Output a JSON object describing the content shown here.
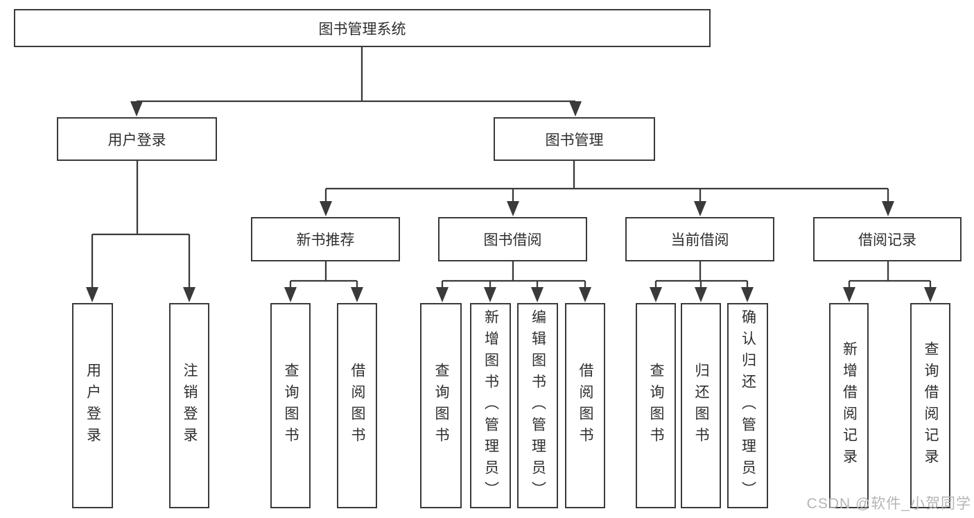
{
  "palette": {
    "line": "#3a3a3a",
    "text": "#2e2e2e",
    "box_bg": "#ffffff",
    "background": "#ffffff",
    "watermark": "#b5b5b5"
  },
  "watermark": "CSDN @软件_小贺同学",
  "tree": {
    "label": "图书管理系统",
    "children": [
      {
        "label": "用户登录",
        "children": [
          {
            "label": "用户登录"
          },
          {
            "label": "注销登录"
          }
        ]
      },
      {
        "label": "图书管理",
        "children": [
          {
            "label": "新书推荐",
            "children": [
              {
                "label": "查询图书"
              },
              {
                "label": "借阅图书"
              }
            ]
          },
          {
            "label": "图书借阅",
            "children": [
              {
                "label": "查询图书"
              },
              {
                "label": "新增图书（管理员）"
              },
              {
                "label": "编辑图书（管理员）"
              },
              {
                "label": "借阅图书"
              }
            ]
          },
          {
            "label": "当前借阅",
            "children": [
              {
                "label": "查询图书"
              },
              {
                "label": "归还图书"
              },
              {
                "label": "确认归还（管理员）"
              }
            ]
          },
          {
            "label": "借阅记录",
            "children": [
              {
                "label": "新增借阅记录"
              },
              {
                "label": "查询借阅记录"
              }
            ]
          }
        ]
      }
    ]
  }
}
